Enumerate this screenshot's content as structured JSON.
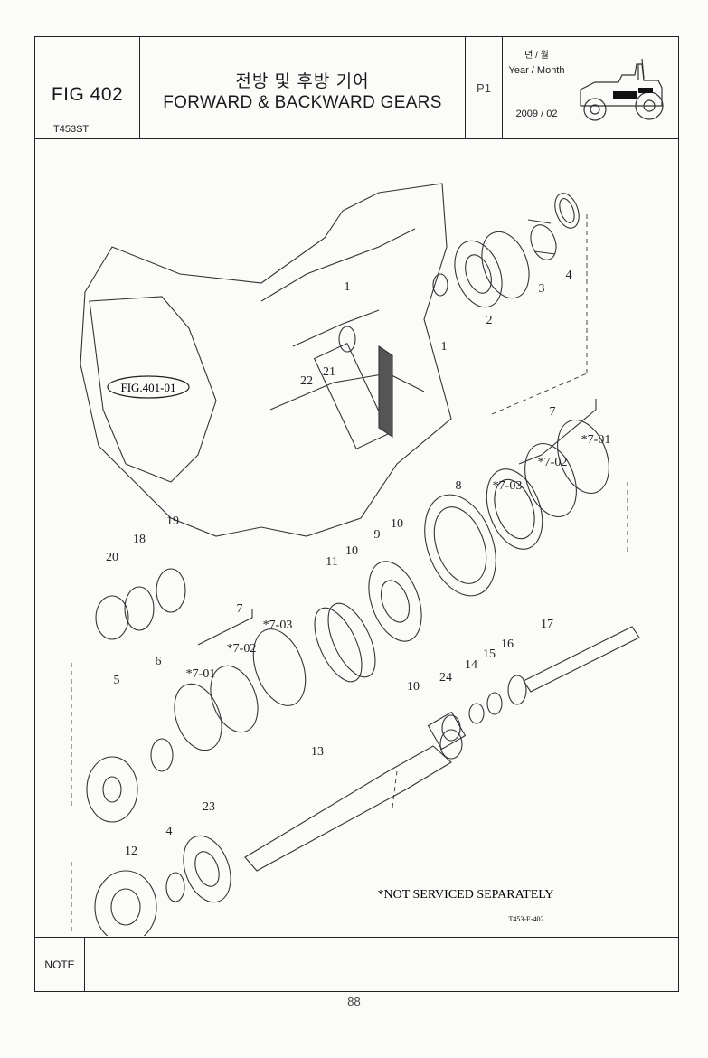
{
  "header": {
    "fig_number": "FIG 402",
    "model": "T453ST",
    "title_korean": "전방 및 후방 기어",
    "title_english": "FORWARD & BACKWARD GEARS",
    "page": "P1",
    "date_label_korean": "년 / 월",
    "date_label_english": "Year / Month",
    "date_value": "2009 / 02"
  },
  "drawing": {
    "reference_label": "FIG.401-01",
    "part_labels": [
      "1",
      "1",
      "2",
      "3",
      "4",
      "7",
      "*7-01",
      "*7-02",
      "*7-03",
      "8",
      "9",
      "10",
      "10",
      "10",
      "11",
      "17",
      "16",
      "15",
      "14",
      "24",
      "13",
      "22",
      "21",
      "19",
      "18",
      "20",
      "7",
      "*7-03",
      "*7-02",
      "*7-01",
      "5",
      "6",
      "23",
      "4",
      "12"
    ],
    "footnote": "*NOT SERVICED SEPARATELY",
    "drawing_code": "T453-E-402"
  },
  "note": {
    "label": "NOTE"
  },
  "footer": {
    "page_number": "88"
  }
}
